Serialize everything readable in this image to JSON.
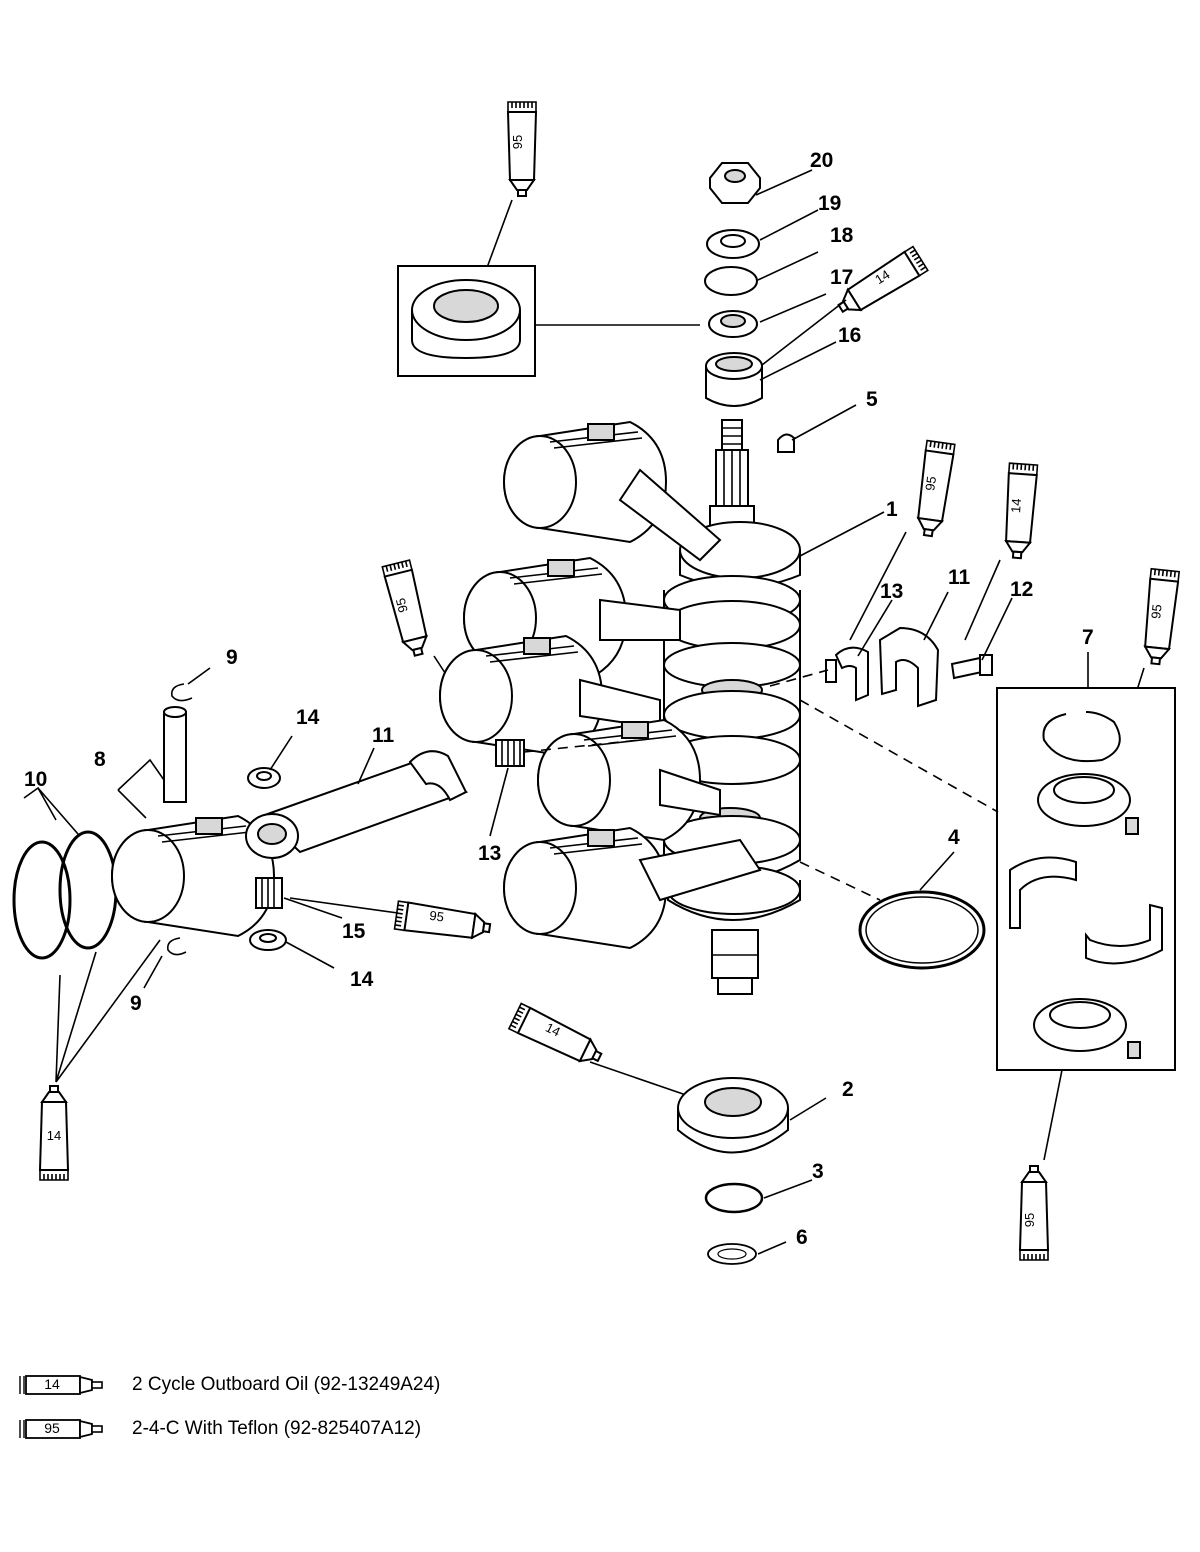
{
  "callouts": {
    "c20": "20",
    "c19": "19",
    "c18": "18",
    "c17": "17",
    "c16": "16",
    "c5": "5",
    "c1": "1",
    "c13a": "13",
    "c11a": "11",
    "c12": "12",
    "c7": "7",
    "c9a": "9",
    "c14a": "14",
    "c11b": "11",
    "c10": "10",
    "c8": "8",
    "c13b": "13",
    "c15": "15",
    "c14b": "14",
    "c9b": "9",
    "c4": "4",
    "c2": "2",
    "c3": "3",
    "c6": "6"
  },
  "tubes": {
    "t1": "95",
    "t2": "14",
    "t3": "95",
    "t4": "14",
    "t5": "95",
    "t6": "95",
    "t7": "95",
    "t8": "14",
    "t9": "14",
    "t10": "95"
  },
  "legend": [
    {
      "code": "14",
      "text": "2 Cycle Outboard Oil (92-13249A24)"
    },
    {
      "code": "95",
      "text": "2-4-C  With Teflon (92-825407A12)"
    }
  ]
}
